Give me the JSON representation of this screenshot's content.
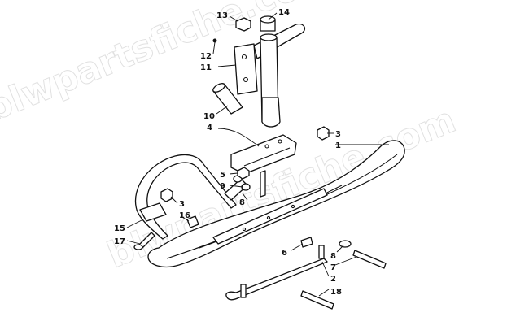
{
  "watermark": "blwpartsfiche.com",
  "watermark_secondary": "blwpartsfiche.com",
  "callouts": [
    {
      "id": "c1",
      "label": "1"
    },
    {
      "id": "c2",
      "label": "2"
    },
    {
      "id": "c3a",
      "label": "3"
    },
    {
      "id": "c3b",
      "label": "3"
    },
    {
      "id": "c4",
      "label": "4"
    },
    {
      "id": "c5",
      "label": "5"
    },
    {
      "id": "c6",
      "label": "6"
    },
    {
      "id": "c7",
      "label": "7"
    },
    {
      "id": "c8a",
      "label": "8"
    },
    {
      "id": "c8b",
      "label": "8"
    },
    {
      "id": "c9",
      "label": "9"
    },
    {
      "id": "c10",
      "label": "10"
    },
    {
      "id": "c11",
      "label": "11"
    },
    {
      "id": "c12",
      "label": "12"
    },
    {
      "id": "c13",
      "label": "13"
    },
    {
      "id": "c14",
      "label": "14"
    },
    {
      "id": "c15",
      "label": "15"
    },
    {
      "id": "c16",
      "label": "16"
    },
    {
      "id": "c17",
      "label": "17"
    },
    {
      "id": "c18",
      "label": "18"
    }
  ]
}
